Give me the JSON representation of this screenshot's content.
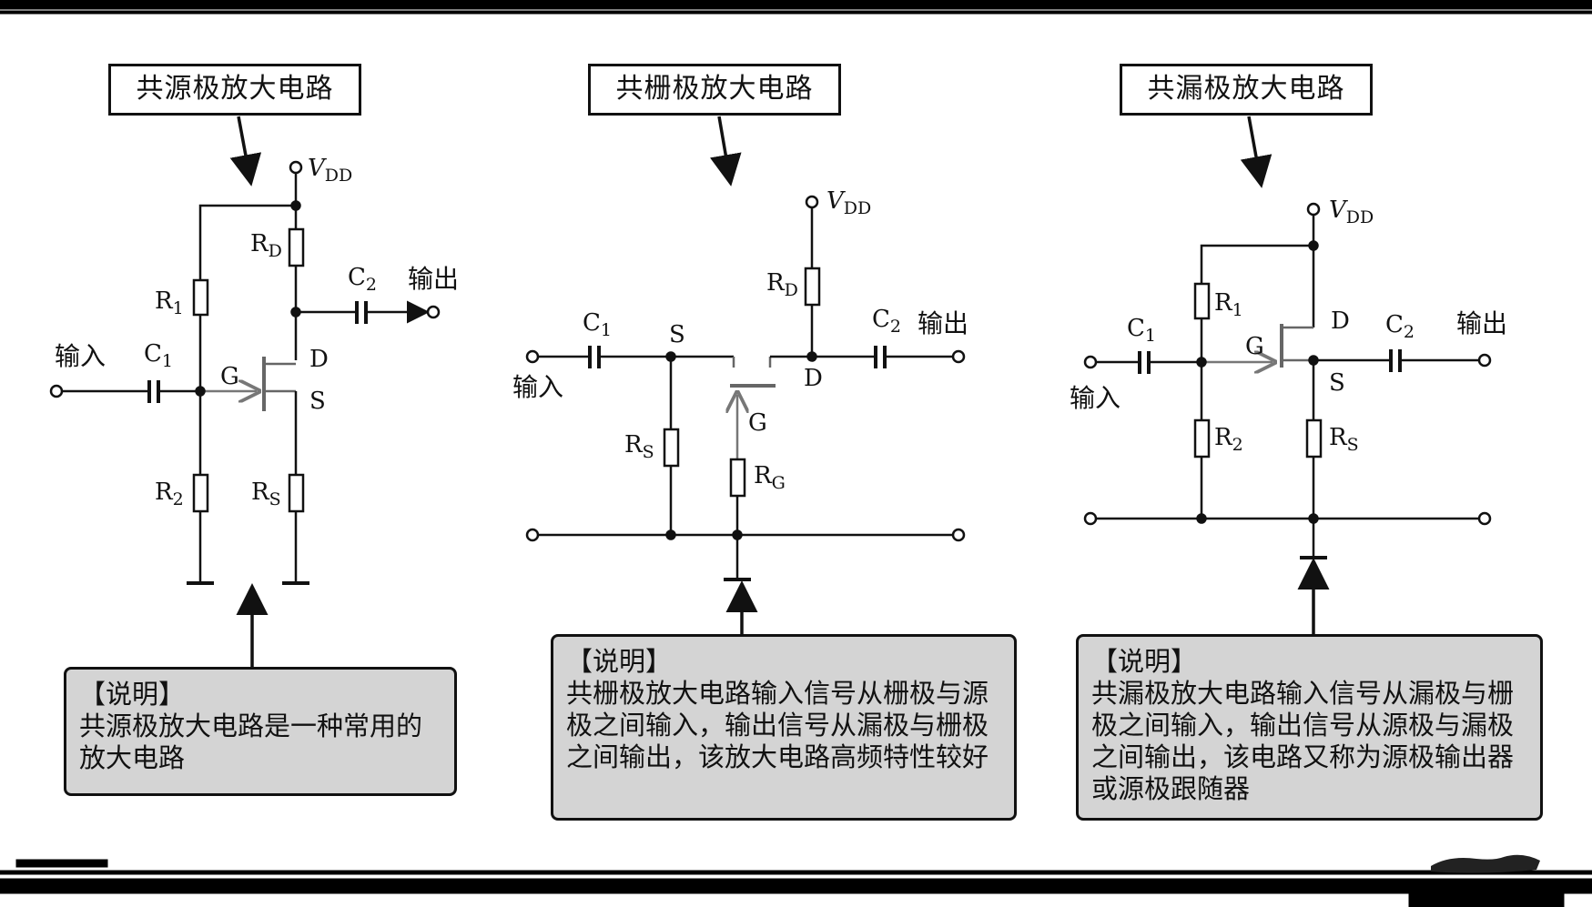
{
  "panels": [
    {
      "title": "共源极放大电路",
      "note_header": "【说明】",
      "note_body": "共源极放大电路是一种常用的放大电路",
      "labels": {
        "vdd": "V",
        "vdd_sub": "DD",
        "rd": "R",
        "rd_sub": "D",
        "r1": "R",
        "r1_sub": "1",
        "r2": "R",
        "r2_sub": "2",
        "rs": "R",
        "rs_sub": "S",
        "c1": "C",
        "c1_sub": "1",
        "c2": "C",
        "c2_sub": "2",
        "g": "G",
        "d": "D",
        "s": "S"
      },
      "input_label": "输入",
      "output_label": "输出"
    },
    {
      "title": "共栅极放大电路",
      "note_header": "【说明】",
      "note_body": "共栅极放大电路输入信号从栅极与源极之间输入，输出信号从漏极与栅极之间输出，该放大电路高频特性较好",
      "labels": {
        "vdd": "V",
        "vdd_sub": "DD",
        "rd": "R",
        "rd_sub": "D",
        "rs": "R",
        "rs_sub": "S",
        "rg": "R",
        "rg_sub": "G",
        "c1": "C",
        "c1_sub": "1",
        "c2": "C",
        "c2_sub": "2",
        "g": "G",
        "d": "D",
        "s": "S"
      },
      "input_label": "输入",
      "output_label": "输出"
    },
    {
      "title": "共漏极放大电路",
      "note_header": "【说明】",
      "note_body": "共漏极放大电路输入信号从漏极与栅极之间输入，输出信号从源极与漏极之间输出，该电路又称为源极输出器或源极跟随器",
      "labels": {
        "vdd": "V",
        "vdd_sub": "DD",
        "r1": "R",
        "r1_sub": "1",
        "r2": "R",
        "r2_sub": "2",
        "rs": "R",
        "rs_sub": "S",
        "c1": "C",
        "c1_sub": "1",
        "c2": "C",
        "c2_sub": "2",
        "g": "G",
        "d": "D",
        "s": "S"
      },
      "input_label": "输入",
      "output_label": "输出"
    }
  ],
  "colors": {
    "line": "#111111",
    "note_bg": "#d4d4d4",
    "transistor": "#666666"
  }
}
